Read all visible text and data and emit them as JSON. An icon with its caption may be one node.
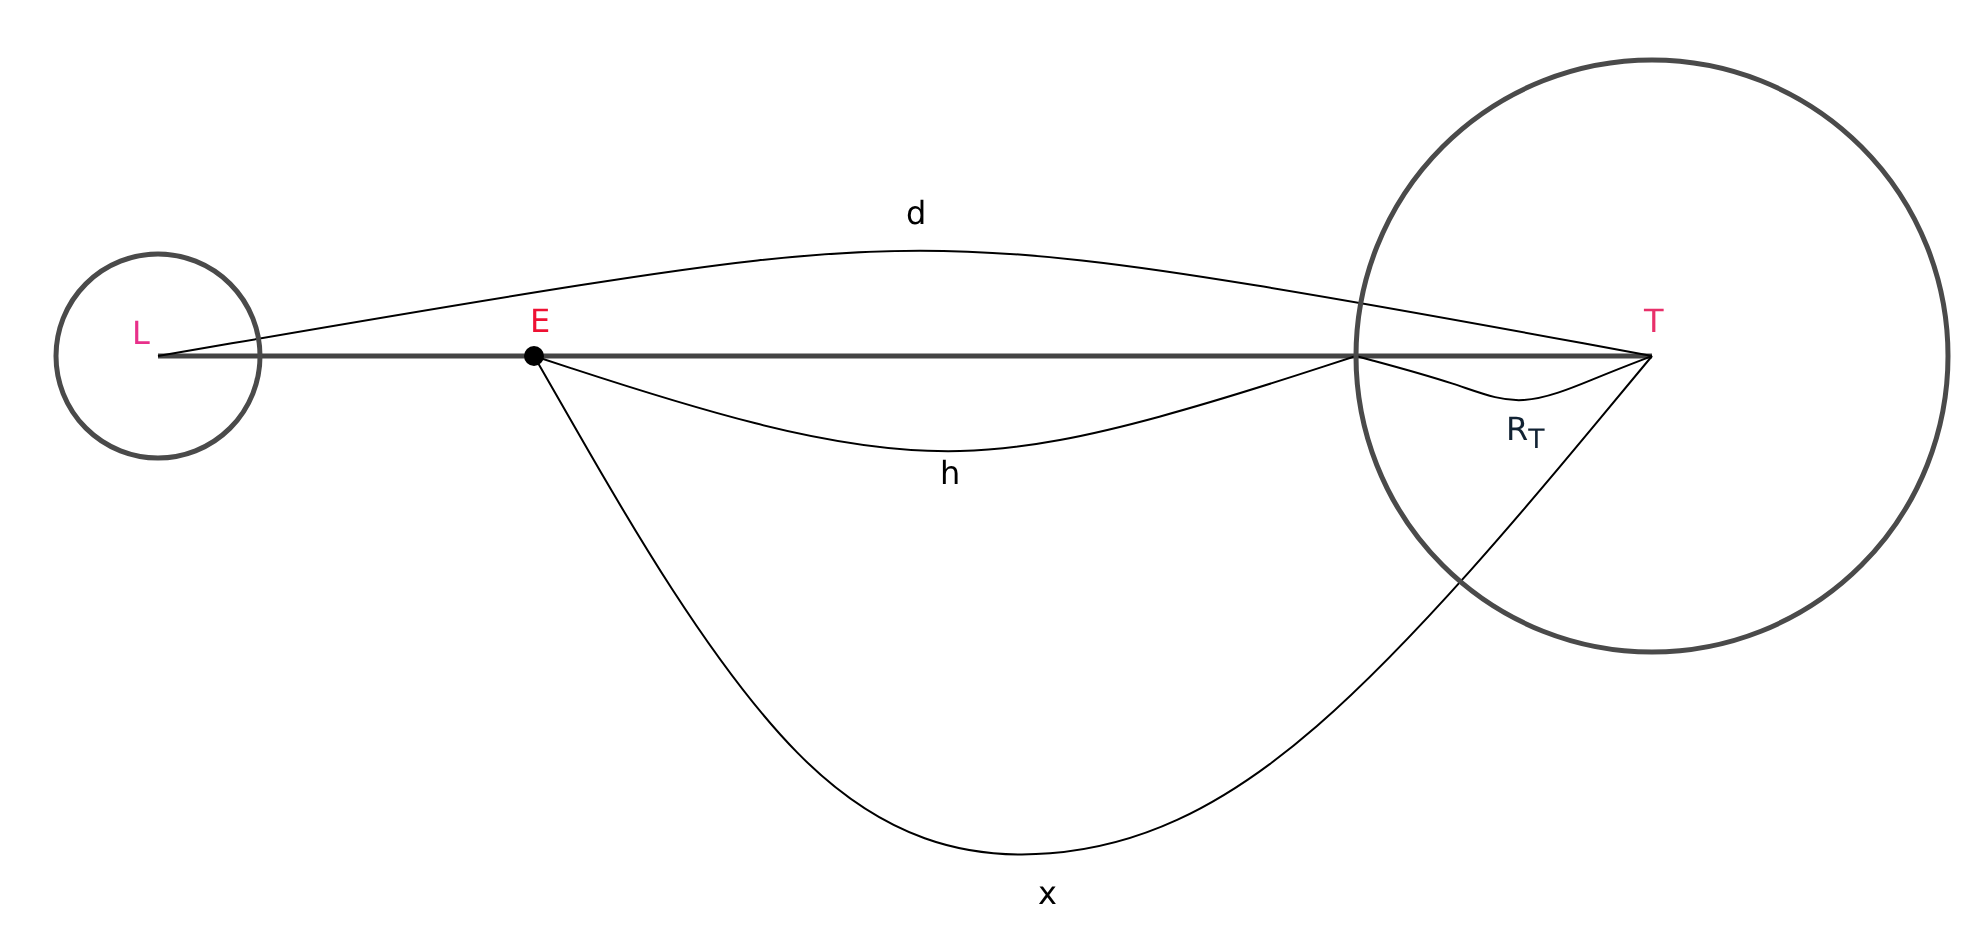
{
  "diagram": {
    "nodes": [
      {
        "text": [
          "L"
        ]
      },
      {
        "text": [
          "E"
        ]
      },
      {
        "text": [
          "T"
        ]
      }
    ],
    "edges": [
      {
        "from": 0,
        "to": 2,
        "arrow": "none"
      }
    ],
    "labels": [
      "d",
      "h",
      "R$_{T}$",
      "x"
    ]
  }
}
